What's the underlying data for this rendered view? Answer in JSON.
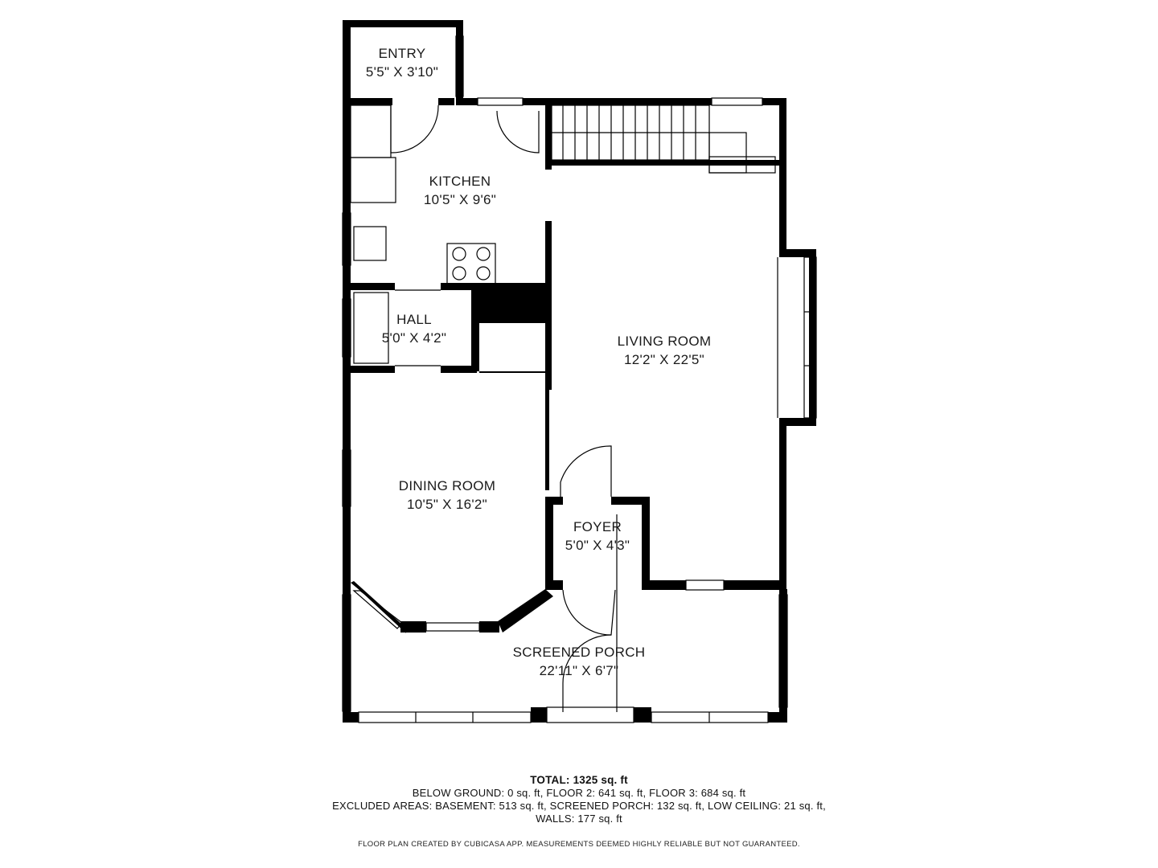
{
  "rooms": [
    {
      "id": "entry",
      "name": "ENTRY",
      "dims": "5'5\" X 3'10\""
    },
    {
      "id": "kitchen",
      "name": "KITCHEN",
      "dims": "10'5\" X 9'6\""
    },
    {
      "id": "hall",
      "name": "HALL",
      "dims": "5'0\" X 4'2\""
    },
    {
      "id": "living",
      "name": "LIVING ROOM",
      "dims": "12'2\" X 22'5\""
    },
    {
      "id": "dining",
      "name": "DINING ROOM",
      "dims": "10'5\" X 16'2\""
    },
    {
      "id": "foyer",
      "name": "FOYER",
      "dims": "5'0\" X 4'3\""
    },
    {
      "id": "porch",
      "name": "SCREENED PORCH",
      "dims": "22'11\" X 6'7\""
    }
  ],
  "summary": {
    "total": "TOTAL: 1325 sq. ft",
    "line1": "BELOW GROUND: 0 sq. ft, FLOOR 2: 641 sq. ft, FLOOR 3: 684 sq. ft",
    "line2": "EXCLUDED AREAS: BASEMENT: 513 sq. ft, SCREENED PORCH: 132 sq. ft, LOW CEILING: 21 sq. ft,",
    "line3": "WALLS: 177 sq. ft"
  },
  "disclaimer": "FLOOR PLAN CREATED BY CUBICASA APP. MEASUREMENTS DEEMED HIGHLY RELIABLE BUT NOT GUARANTEED.",
  "colors": {
    "wall": "#000000",
    "background": "#ffffff"
  }
}
